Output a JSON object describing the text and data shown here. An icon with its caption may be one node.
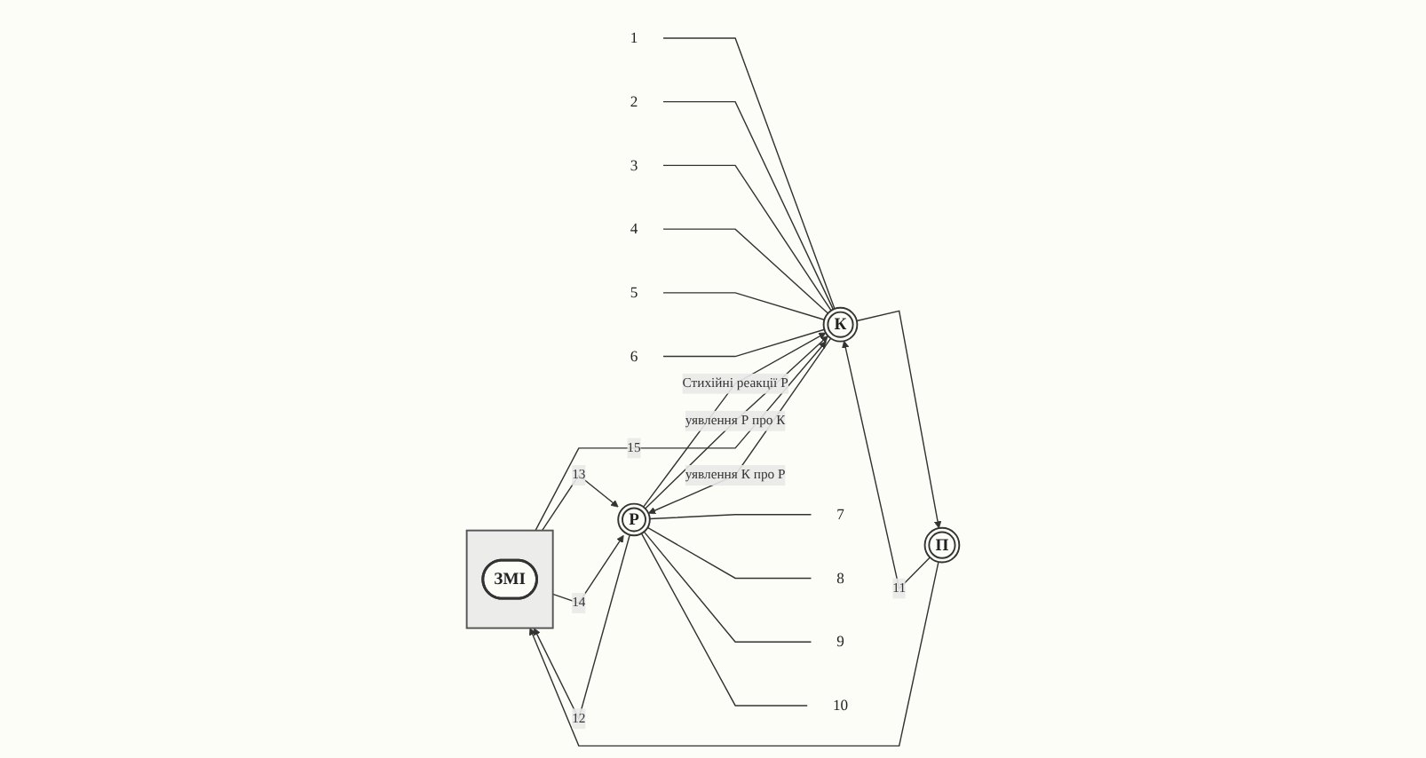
{
  "diagram": {
    "nodes": [
      {
        "text": [
          "1"
        ]
      },
      {
        "text": [
          "2"
        ]
      },
      {
        "text": [
          "3"
        ]
      },
      {
        "text": [
          "4"
        ]
      },
      {
        "text": [
          "5"
        ]
      },
      {
        "text": [
          "6"
        ]
      },
      {
        "text": [
          "К"
        ]
      },
      {
        "text": [
          "П"
        ]
      },
      {
        "text": [],
        "shape": "box"
      },
      {
        "text": [
          "ЗМІ"
        ],
        "in": 8
      },
      {
        "text": [
          "Р"
        ]
      },
      {
        "text": [
          "7"
        ]
      },
      {
        "text": [
          "8"
        ]
      },
      {
        "text": [
          "9"
        ]
      },
      {
        "text": [
          "10"
        ]
      }
    ],
    "edges": [
      {
        "from": 6,
        "to": 7,
        "arrow": "to"
      },
      {
        "from": 7,
        "to": 8,
        "arrow": "to"
      },
      {
        "from": 8,
        "to": 10,
        "label": "13",
        "arrow": "to"
      },
      {
        "from": 8,
        "to": 10,
        "label": "14",
        "arrow": "to"
      },
      {
        "from": 0,
        "to": 6,
        "arrow": "none"
      },
      {
        "from": 1,
        "to": 6,
        "arrow": "none"
      },
      {
        "from": 2,
        "to": 6,
        "arrow": "none"
      },
      {
        "from": 3,
        "to": 6,
        "arrow": "none"
      },
      {
        "from": 4,
        "to": 6,
        "arrow": "none"
      },
      {
        "from": 5,
        "to": 6,
        "arrow": "none"
      },
      {
        "from": 10,
        "to": 6,
        "label": "Стихійні реакції Р",
        "arrow": "to"
      },
      {
        "from": 7,
        "to": 6,
        "label": "11",
        "arrow": "to"
      },
      {
        "from": 8,
        "to": 6,
        "label": "15",
        "arrow": "to"
      },
      {
        "from": 10,
        "to": 8,
        "label": "12",
        "arrow": "to"
      },
      {
        "from": 6,
        "to": 10,
        "label": "уявлення К про Р",
        "arrow": "to"
      },
      {
        "from": 10,
        "to": 6,
        "label": "уявлення Р про К",
        "arrow": "to"
      },
      {
        "from": 10,
        "to": 11,
        "arrow": "none"
      },
      {
        "from": 10,
        "to": 12,
        "arrow": "none"
      },
      {
        "from": 10,
        "to": 13,
        "arrow": "none"
      },
      {
        "from": 10,
        "to": 14,
        "arrow": "none"
      }
    ]
  }
}
